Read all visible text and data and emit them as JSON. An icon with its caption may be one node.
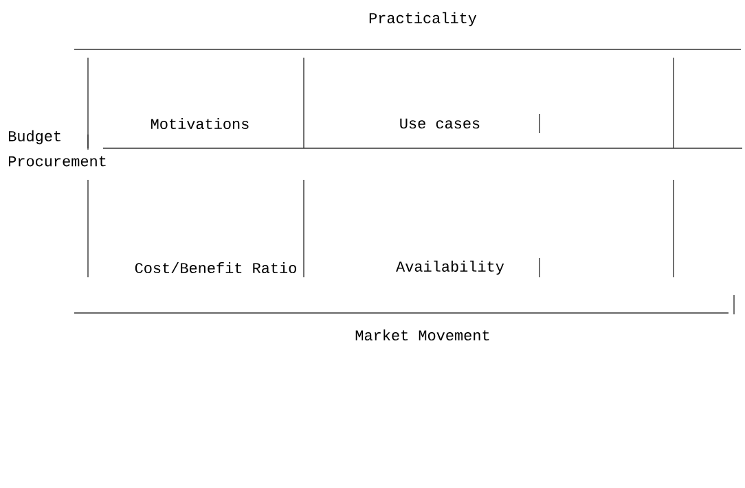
{
  "diagram": {
    "nodes": [
      {
        "text": [
          "Motivations"
        ]
      },
      {
        "text": [
          "Use cases"
        ]
      },
      {
        "text": [
          "Cost/Benefit Ratio"
        ]
      },
      {
        "text": [
          "Availability"
        ]
      }
    ],
    "labels": [
      "Practicality",
      "Budget",
      "Procurement",
      "Market Movement"
    ]
  }
}
